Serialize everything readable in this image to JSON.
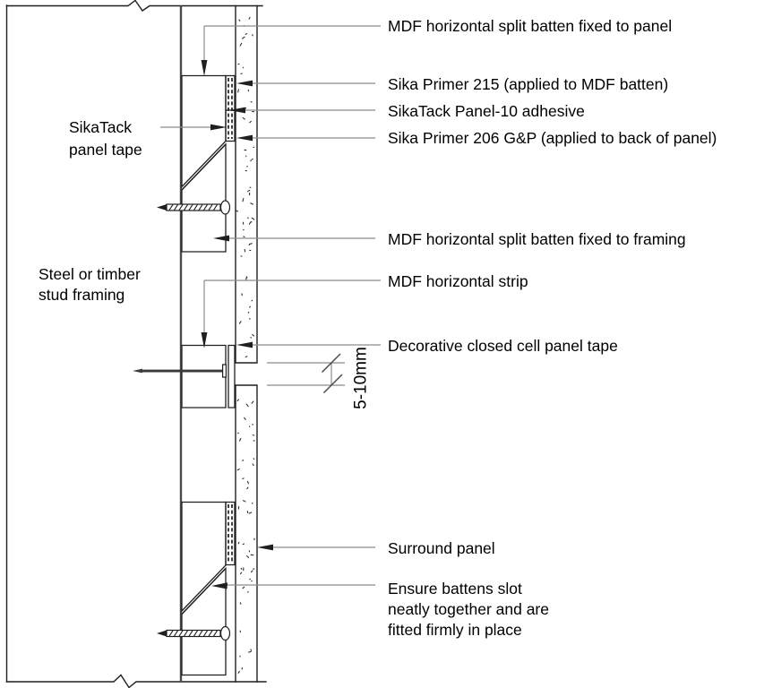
{
  "diagram": {
    "callouts_right": [
      "MDF horizontal split batten fixed to panel",
      "Sika Primer 215 (applied to MDF batten)",
      "SikaTack Panel-10 adhesive",
      "Sika Primer 206 G&P (applied to back of panel)",
      "MDF horizontal split batten fixed to framing",
      "MDF horizontal strip",
      "Decorative closed cell panel tape",
      "Surround panel"
    ],
    "note_lines": [
      "Ensure battens slot",
      "neatly together and are",
      "fitted firmly in place"
    ],
    "callout_left_tape_lines": [
      "SikaTack",
      "panel tape"
    ],
    "callout_left_framing_lines": [
      "Steel or timber",
      "stud framing"
    ],
    "dimension_label": "5-10mm"
  },
  "colors": {
    "line": "#1f1f1f",
    "leader": "#8c8c8c",
    "stud": "#4a4a4a",
    "fastener": "#3a3a3a",
    "speckle": "#2e2e2e",
    "background": "#ffffff"
  }
}
